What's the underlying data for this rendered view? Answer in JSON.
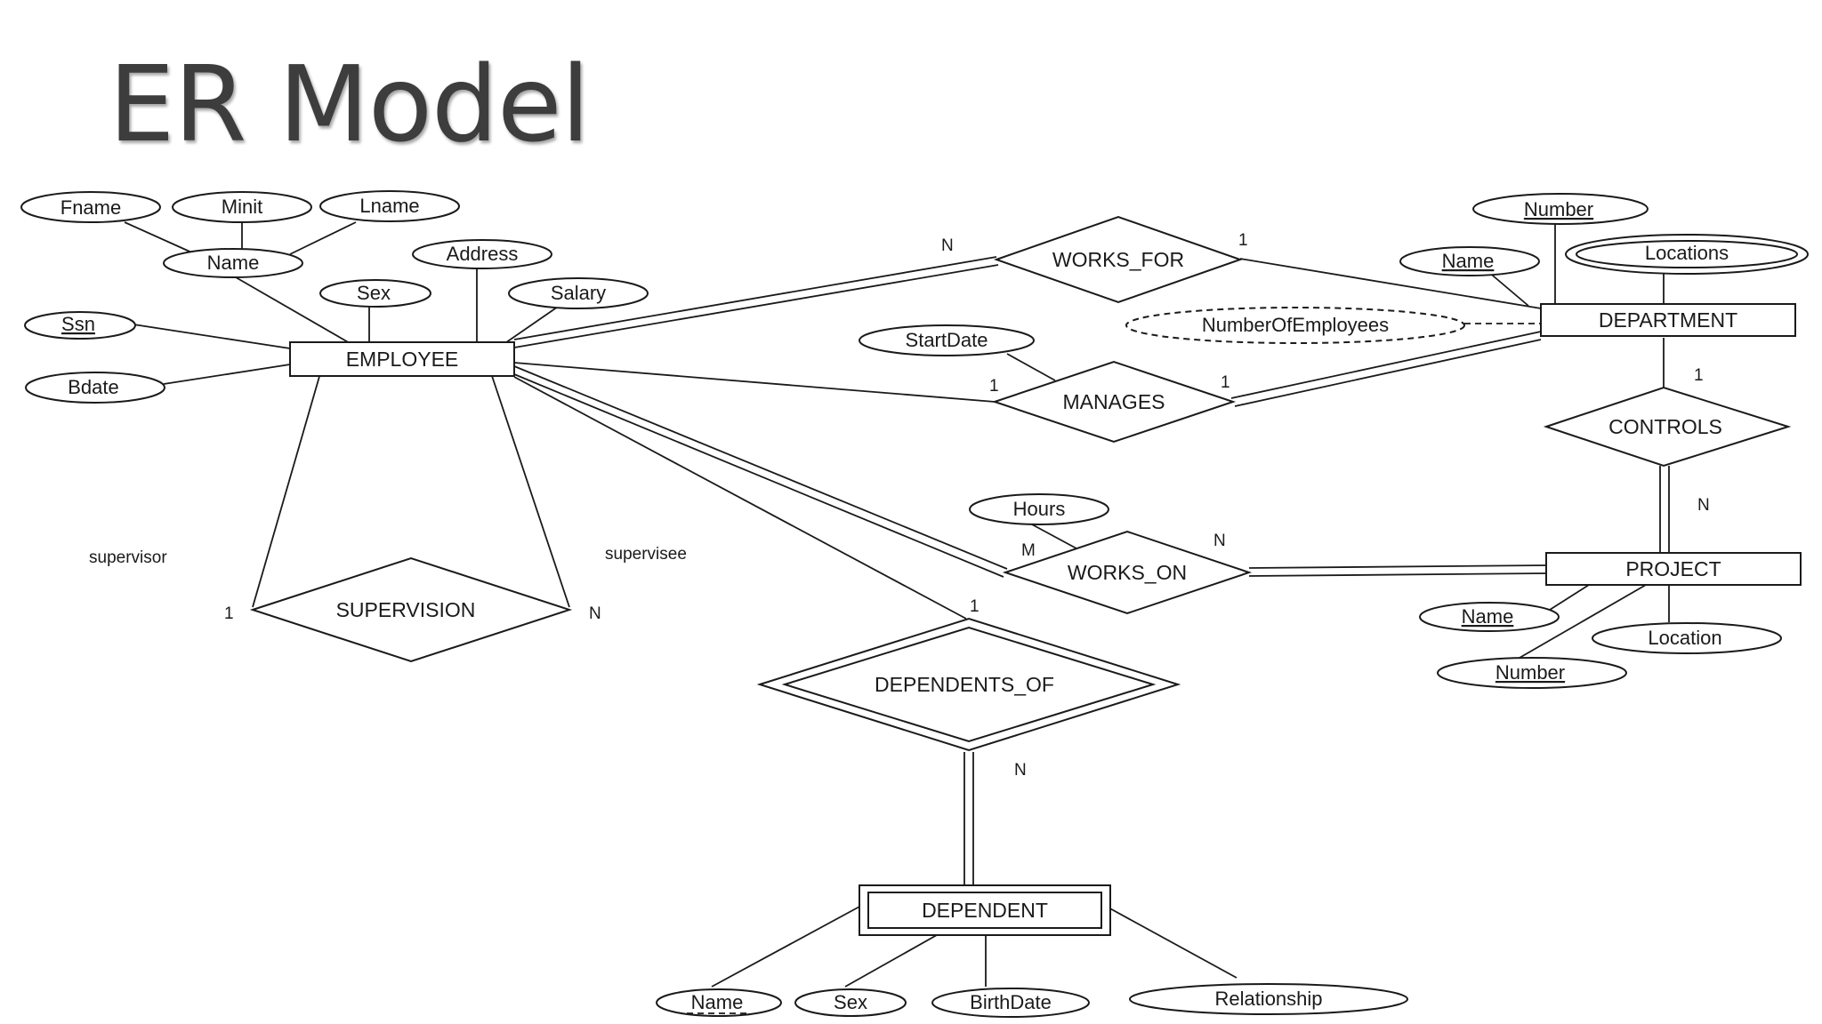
{
  "title": "ER Model",
  "entities": {
    "employee": "EMPLOYEE",
    "department": "DEPARTMENT",
    "project": "PROJECT",
    "dependent": "DEPENDENT"
  },
  "relationships": {
    "works_for": "WORKS_FOR",
    "manages": "MANAGES",
    "controls": "CONTROLS",
    "works_on": "WORKS_ON",
    "supervision": "SUPERVISION",
    "dependents_of": "DEPENDENTS_OF"
  },
  "attributes": {
    "employee": {
      "fname": "Fname",
      "minit": "Minit",
      "lname": "Lname",
      "name": "Name",
      "address": "Address",
      "sex": "Sex",
      "salary": "Salary",
      "ssn": "Ssn",
      "bdate": "Bdate"
    },
    "department": {
      "number": "Number",
      "name": "Name",
      "locations": "Locations",
      "number_of_employees": "NumberOfEmployees"
    },
    "manages": {
      "start_date": "StartDate"
    },
    "works_on": {
      "hours": "Hours"
    },
    "project": {
      "name": "Name",
      "number": "Number",
      "location": "Location"
    },
    "dependent": {
      "name": "Name",
      "sex": "Sex",
      "birth_date": "BirthDate",
      "relationship": "Relationship"
    }
  },
  "roles": {
    "supervisor": "supervisor",
    "supervisee": "supervisee"
  },
  "cardinalities": {
    "works_for_employee": "N",
    "works_for_department": "1",
    "manages_employee": "1",
    "manages_department": "1",
    "controls_department": "1",
    "controls_project": "N",
    "works_on_employee": "M",
    "works_on_project": "N",
    "supervision_supervisor": "1",
    "supervision_supervisee": "N",
    "dependents_of_employee": "1",
    "dependents_of_dependent": "N"
  }
}
